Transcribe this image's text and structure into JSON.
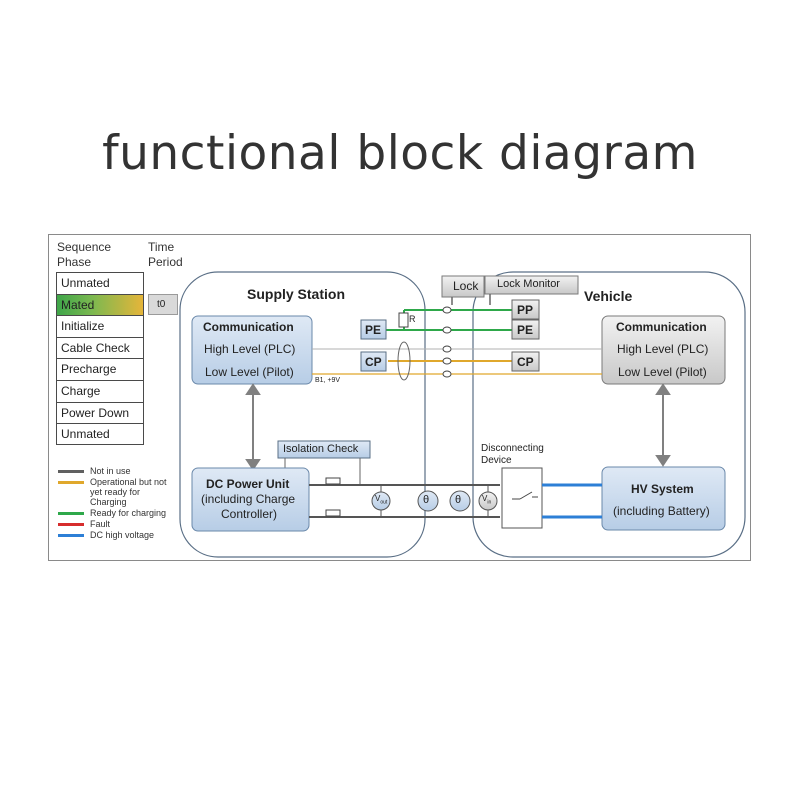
{
  "title": "functional block diagram",
  "headers": {
    "sequence": "Sequence",
    "phase": "Phase",
    "time": "Time",
    "period": "Period"
  },
  "phases": [
    "Unmated",
    "Mated",
    "Initialize",
    "Cable Check",
    "Precharge",
    "Charge",
    "Power Down",
    "Unmated"
  ],
  "active_phase_index": 1,
  "time_period": "t0",
  "legend": [
    {
      "label": "Not in use",
      "color": "#606060"
    },
    {
      "label": "Operational but not yet ready for Charging",
      "color": "#e0a82c"
    },
    {
      "label": "Ready for charging",
      "color": "#2ea84a"
    },
    {
      "label": "Fault",
      "color": "#d62d2d"
    },
    {
      "label": "DC high voltage",
      "color": "#2d7fd6"
    }
  ],
  "supply": {
    "title": "Supply Station",
    "comm_title": "Communication",
    "high_level": "High Level (PLC)",
    "low_level": "Low Level (Pilot)",
    "pilot_note": "B1, +9V",
    "pe": "PE",
    "cp": "CP",
    "resistor": "R",
    "isolation": "Isolation Check",
    "dc_title": "DC Power Unit",
    "dc_sub1": "(including Charge",
    "dc_sub2": "Controller)",
    "vout": "V",
    "vout_sub": "out"
  },
  "connector": {
    "lock": "Lock",
    "lock_monitor": "Lock Monitor",
    "theta": "θ"
  },
  "vehicle": {
    "title": "Vehicle",
    "pp": "PP",
    "pe": "PE",
    "cp": "CP",
    "comm_title": "Communication",
    "high_level": "High Level (PLC)",
    "low_level": "Low Level (Pilot)",
    "disconnect1": "Disconnecting",
    "disconnect2": "Device",
    "vin": "V",
    "vin_sub": "in",
    "hv_title": "HV System",
    "hv_sub": "(including Battery)"
  }
}
